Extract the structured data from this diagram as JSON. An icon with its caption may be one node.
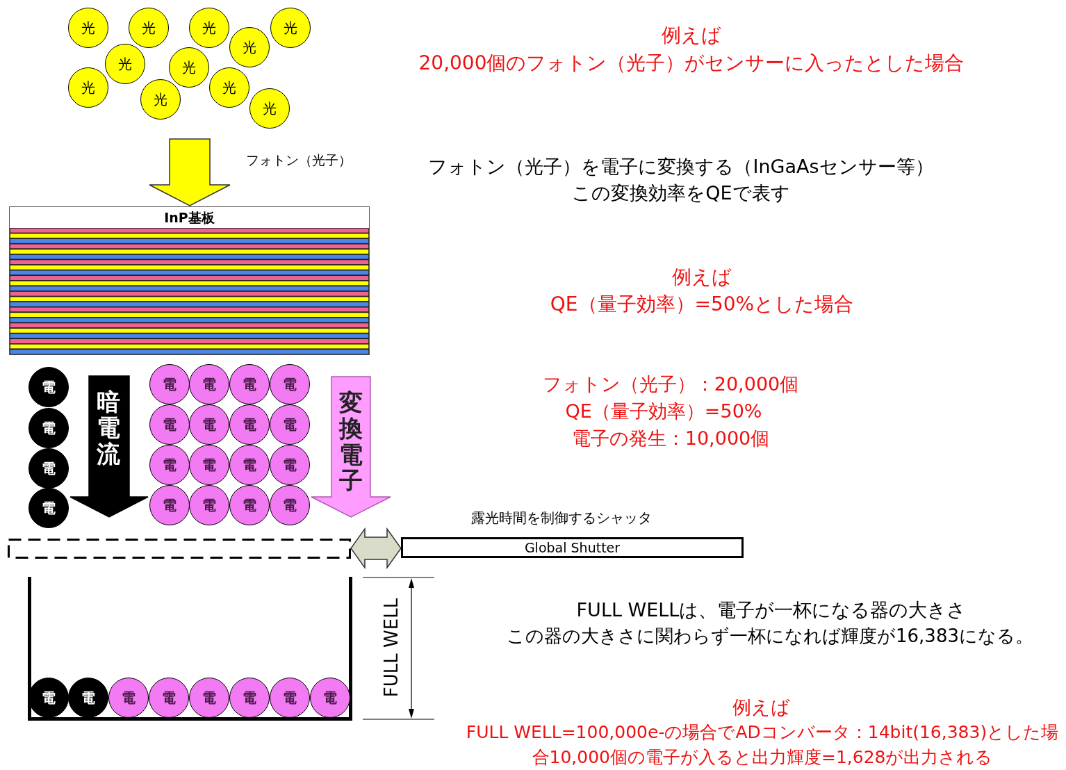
{
  "diagram": {
    "nodes": [
      {
        "text": [
          "光"
        ]
      },
      {
        "text": [
          "光"
        ]
      },
      {
        "text": [
          "光"
        ]
      },
      {
        "text": [
          "光"
        ]
      },
      {
        "text": [
          "光"
        ]
      },
      {
        "text": [
          "光"
        ]
      },
      {
        "text": [
          "光"
        ]
      },
      {
        "text": [
          "光"
        ]
      },
      {
        "text": [
          "光"
        ]
      },
      {
        "text": [
          "光"
        ]
      },
      {
        "text": [
          "光"
        ]
      },
      {
        "text": [
          "InP基板"
        ]
      },
      {
        "text": [
          "電"
        ]
      },
      {
        "text": [
          "電"
        ]
      },
      {
        "text": [
          "電"
        ]
      },
      {
        "text": [
          "電"
        ]
      },
      {
        "text": [
          "暗電流"
        ]
      },
      {
        "text": [
          "電"
        ]
      },
      {
        "text": [
          "電"
        ]
      },
      {
        "text": [
          "電"
        ]
      },
      {
        "text": [
          "電"
        ]
      },
      {
        "text": [
          "電"
        ]
      },
      {
        "text": [
          "電"
        ]
      },
      {
        "text": [
          "電"
        ]
      },
      {
        "text": [
          "電"
        ]
      },
      {
        "text": [
          "電"
        ]
      },
      {
        "text": [
          "電"
        ]
      },
      {
        "text": [
          "電"
        ]
      },
      {
        "text": [
          "電"
        ]
      },
      {
        "text": [
          "電"
        ]
      },
      {
        "text": [
          "電"
        ]
      },
      {
        "text": [
          "電"
        ]
      },
      {
        "text": [
          "電"
        ]
      },
      {
        "text": [
          "変換電子"
        ]
      },
      {
        "text": [],
        "shape": "box"
      },
      {
        "text": [
          "Global Shutter"
        ]
      },
      {
        "text": [],
        "shape": "box"
      },
      {
        "text": [
          "電"
        ],
        "in": 36
      },
      {
        "text": [
          "電"
        ],
        "in": 36
      },
      {
        "text": [
          "電"
        ],
        "in": 36
      },
      {
        "text": [
          "電"
        ],
        "in": 36
      },
      {
        "text": [
          "電"
        ],
        "in": 36
      },
      {
        "text": [
          "電"
        ],
        "in": 36
      },
      {
        "text": [
          "電"
        ],
        "in": 36
      },
      {
        "text": [
          "電"
        ],
        "in": 36
      }
    ],
    "edges": [
      {
        "from": null,
        "to": 11,
        "arrow": "to"
      },
      {
        "from": 34,
        "to": 35,
        "arrow": "both"
      }
    ],
    "labels": [
      "例えば",
      "20,000個のフォトン（光子）がセンサーに入ったとした場合",
      "フォトン（光子）",
      "フォトン（光子）を電子に変換する（InGaAsセンサー等）",
      "この変換効率をQEで表す",
      "例えば",
      "QE（量子効率）=50%とした場合",
      "フォトン（光子）：20,000個",
      "QE（量子効率）=50%",
      "電子の発生：10,000個",
      "露光時間を制御するシャッタ",
      "FULL WELL",
      "FULL WELLは、電子が一杯になる器の大きさ",
      "この器の大きさに関わらず一杯になれば輝度が16,383になる。",
      "例えば",
      "FULL WELL=100,000e-の場合でADコンバータ：14bit(16,383)とした場合10,000個の電子が入ると出力輝度=1,628が出力される"
    ]
  }
}
